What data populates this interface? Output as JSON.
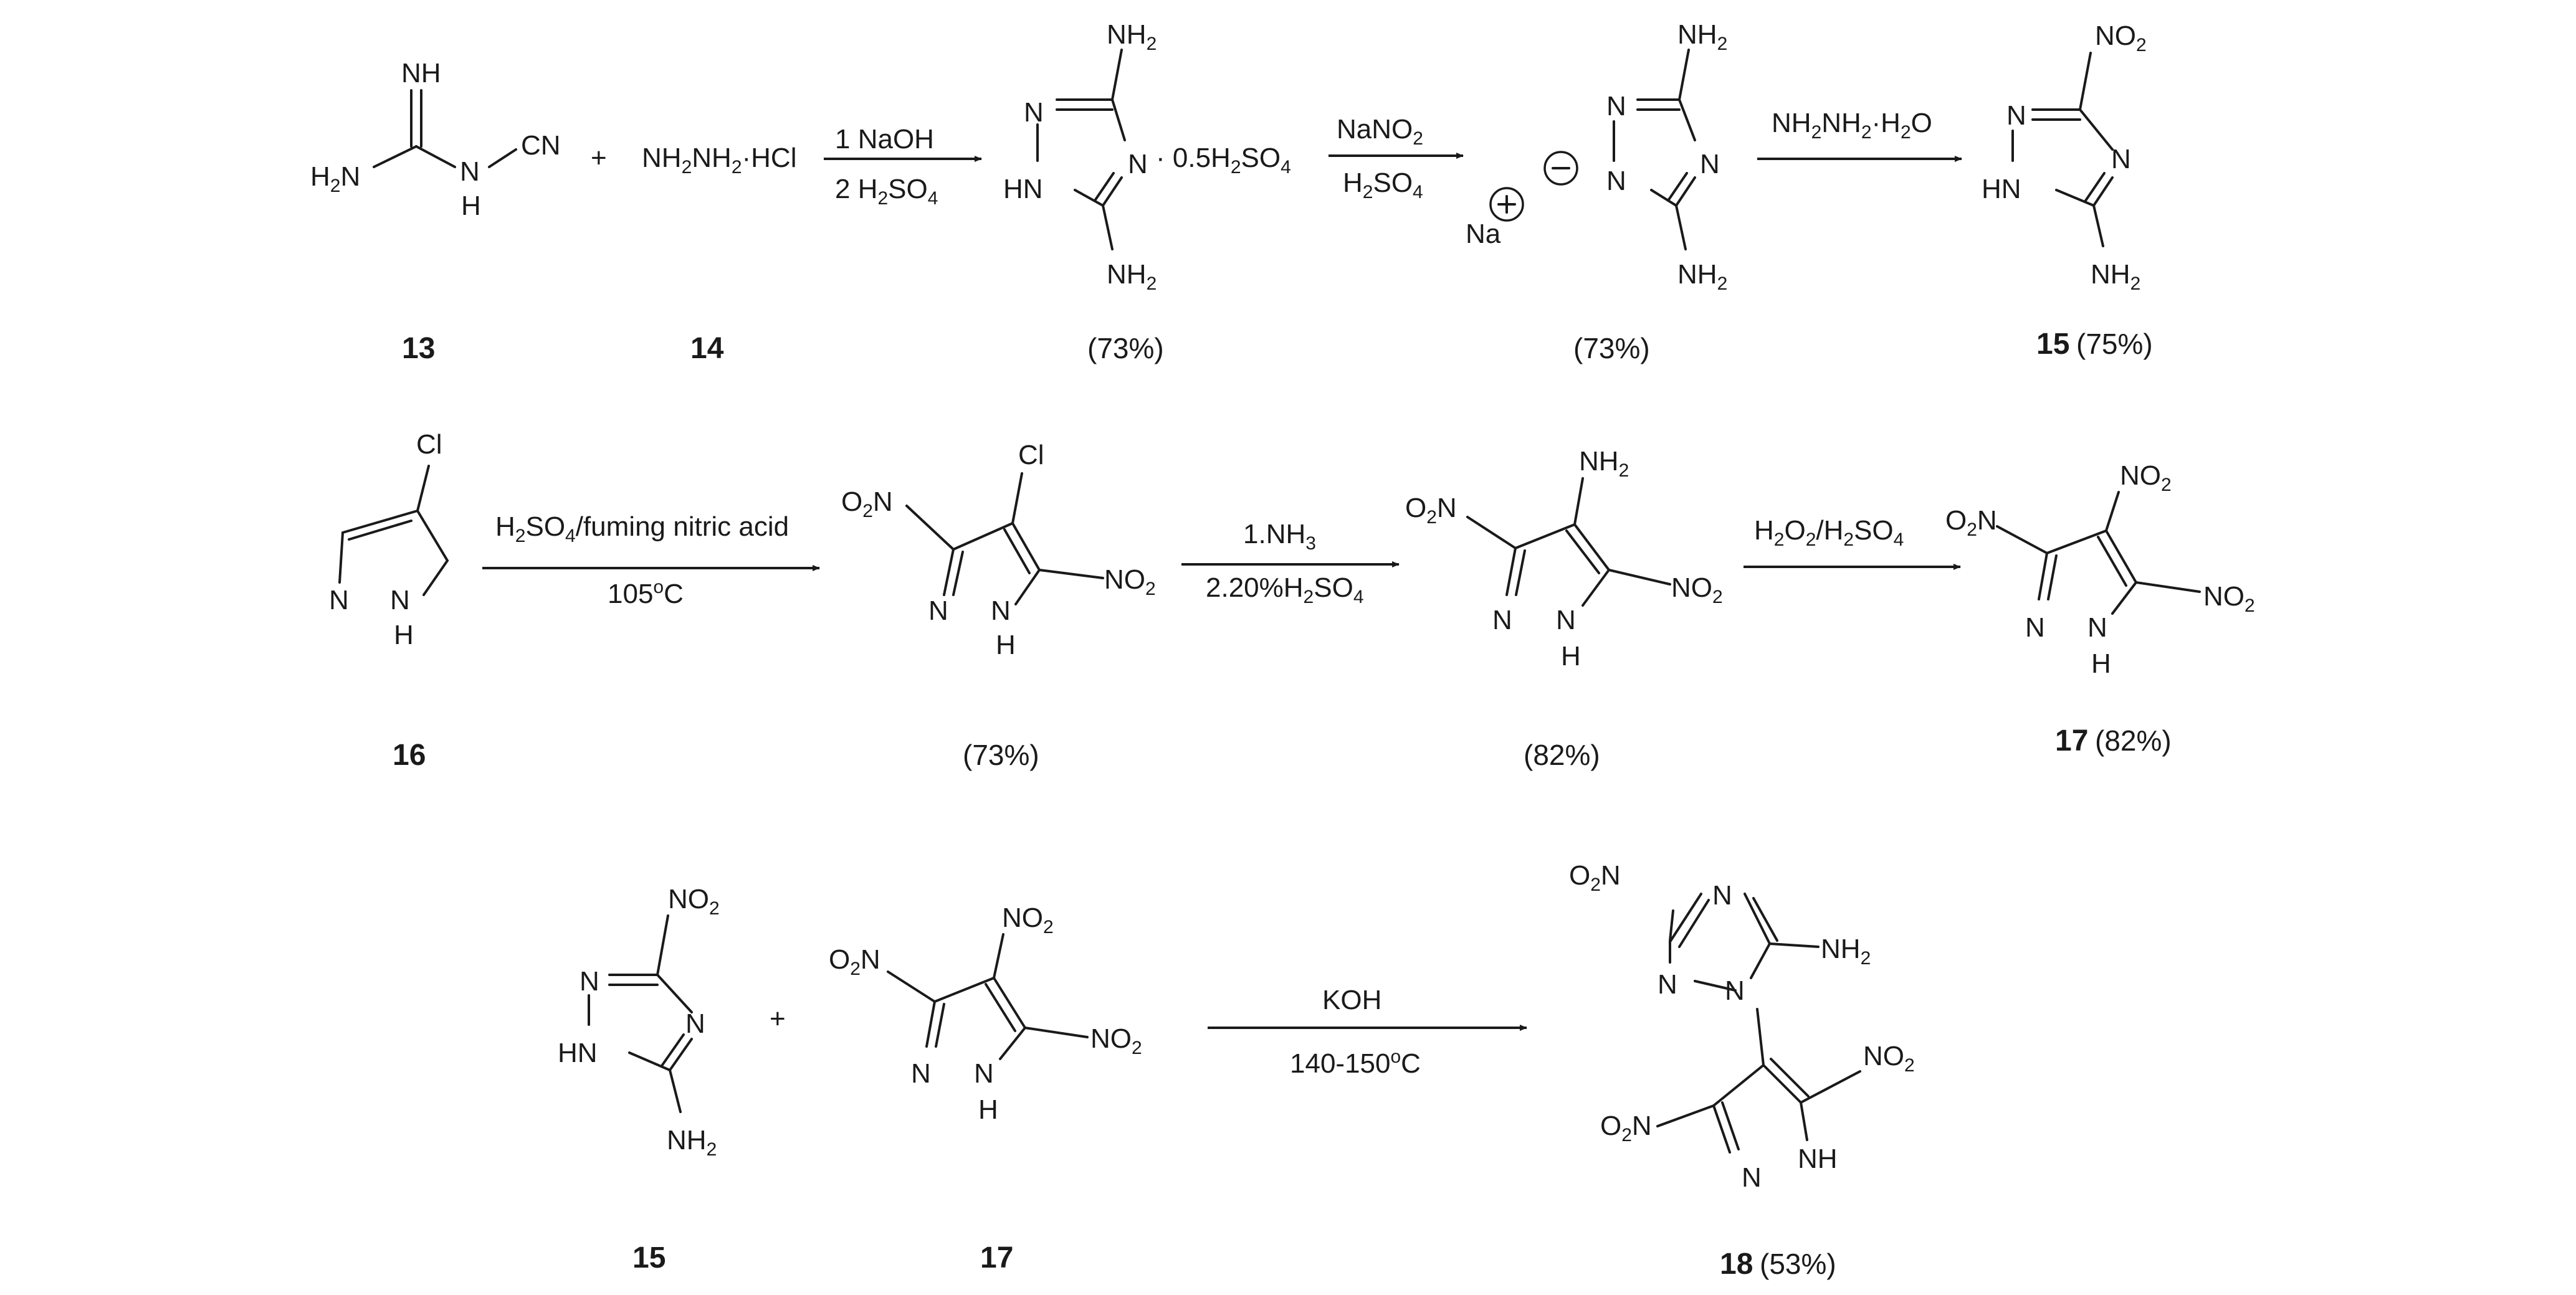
{
  "scheme": {
    "row1": {
      "m13": {
        "nh": "NH",
        "h2n_a": "H",
        "h2n_b": "2",
        "h2n_c": "N",
        "nh_n": "N",
        "nh_h": "H",
        "cn": "CN"
      },
      "plus": "+",
      "m14": {
        "a": "NH",
        "b": "2",
        "c": "NH",
        "d": "2",
        "e": "·HCl"
      },
      "arrow1": {
        "top": "1 NaOH",
        "bot_a": "2 H",
        "bot_b": "2",
        "bot_c": "SO",
        "bot_d": "4"
      },
      "salt": {
        "n": "N",
        "hn": "HN",
        "nh2_a": "NH",
        "nh2_b": "2",
        "suffix_a": "· 0.5H",
        "suffix_b": "2",
        "suffix_c": "SO",
        "suffix_d": "4"
      },
      "arrow2": {
        "top_a": "NaNO",
        "top_b": "2",
        "bot_a": "H",
        "bot_b": "2",
        "bot_c": "SO",
        "bot_d": "4"
      },
      "sodium": {
        "na": "Na",
        "plus": "+",
        "minus": "−",
        "n": "N"
      },
      "arrow3": {
        "top_a": "NH",
        "top_b": "2",
        "top_c": "NH",
        "top_d": "2",
        "top_e": "·H",
        "top_f": "2",
        "top_g": "O"
      },
      "m15": {
        "no2_a": "NO",
        "no2_b": "2",
        "n": "N",
        "hn": "HN",
        "nh2_a": "NH",
        "nh2_b": "2"
      },
      "labels": {
        "c13": "13",
        "c14": "14",
        "y_salt": "(73%)",
        "y_sodium": "(73%)",
        "c15": "15",
        "y15": "(75%)"
      }
    },
    "row2": {
      "m16": {
        "cl": "Cl",
        "n": "N",
        "h": "H"
      },
      "arrow4": {
        "top_a": "H",
        "top_b": "2",
        "top_c": "SO",
        "top_d": "4",
        "top_e": "/fuming nitric acid",
        "bot_a": "105",
        "bot_b": "o",
        "bot_c": "C"
      },
      "chloro": {
        "cl": "Cl",
        "o2n_a": "O",
        "o2n_b": "2",
        "o2n_c": "N",
        "no2_a": "NO",
        "no2_b": "2",
        "n": "N",
        "h": "H"
      },
      "arrow5": {
        "top_a": "1.NH",
        "top_b": "3",
        "bot_a": "2.20%H",
        "bot_b": "2",
        "bot_c": "SO",
        "bot_d": "4"
      },
      "amino": {
        "nh2_a": "NH",
        "nh2_b": "2",
        "o2n_a": "O",
        "o2n_b": "2",
        "o2n_c": "N",
        "no2_a": "NO",
        "no2_b": "2",
        "n": "N",
        "h": "H"
      },
      "arrow6": {
        "top_a": "H",
        "top_b": "2",
        "top_c": "O",
        "top_d": "2",
        "top_e": "/H",
        "top_f": "2",
        "top_g": "SO",
        "top_h": "4"
      },
      "m17": {
        "no2_a": "NO",
        "no2_b": "2",
        "o2n_a": "O",
        "o2n_b": "2",
        "o2n_c": "N",
        "n": "N",
        "h": "H"
      },
      "labels": {
        "c16": "16",
        "y_chloro": "(73%)",
        "y_amino": "(82%)",
        "c17": "17",
        "y17": "(82%)"
      }
    },
    "row3": {
      "m15": {
        "no2_a": "NO",
        "no2_b": "2",
        "n": "N",
        "hn": "HN",
        "nh2_a": "NH",
        "nh2_b": "2"
      },
      "plus": "+",
      "m17": {
        "no2_a": "NO",
        "no2_b": "2",
        "o2n_a": "O",
        "o2n_b": "2",
        "o2n_c": "N",
        "n": "N",
        "h": "H"
      },
      "arrow7": {
        "top": "KOH",
        "bot_a": "140-150",
        "bot_b": "o",
        "bot_c": "C"
      },
      "m18": {
        "o2n_a": "O",
        "o2n_b": "2",
        "o2n_c": "N",
        "n": "N",
        "nh2_a": "NH",
        "nh2_b": "2",
        "no2_a": "NO",
        "no2_b": "2",
        "nh": "NH"
      },
      "labels": {
        "c15": "15",
        "c17": "17",
        "c18": "18",
        "y18": "(53%)"
      }
    }
  }
}
